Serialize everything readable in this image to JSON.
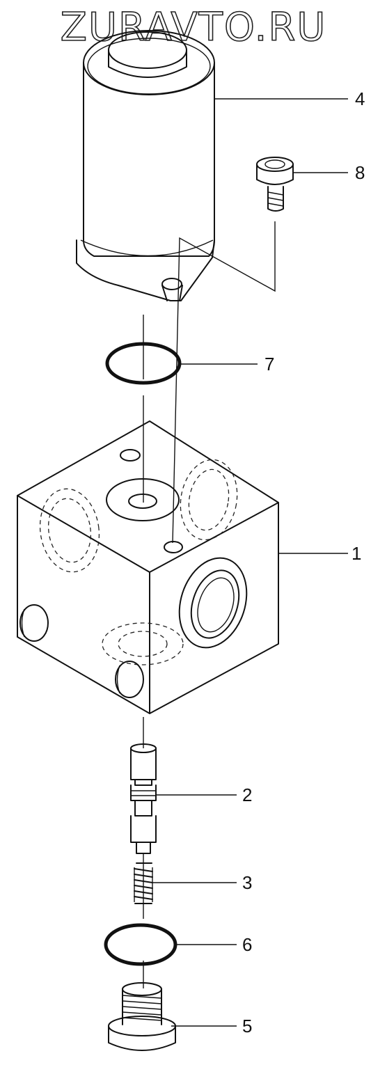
{
  "watermark": "ZURAVTO.RU",
  "callouts": [
    {
      "part": "cylinder-cover",
      "label": "4"
    },
    {
      "part": "socket-head-bolt",
      "label": "8"
    },
    {
      "part": "o-ring-upper",
      "label": "7"
    },
    {
      "part": "valve-block",
      "label": "1"
    },
    {
      "part": "spool",
      "label": "2"
    },
    {
      "part": "spring",
      "label": "3"
    },
    {
      "part": "o-ring-lower",
      "label": "6"
    },
    {
      "part": "plug",
      "label": "5"
    }
  ]
}
